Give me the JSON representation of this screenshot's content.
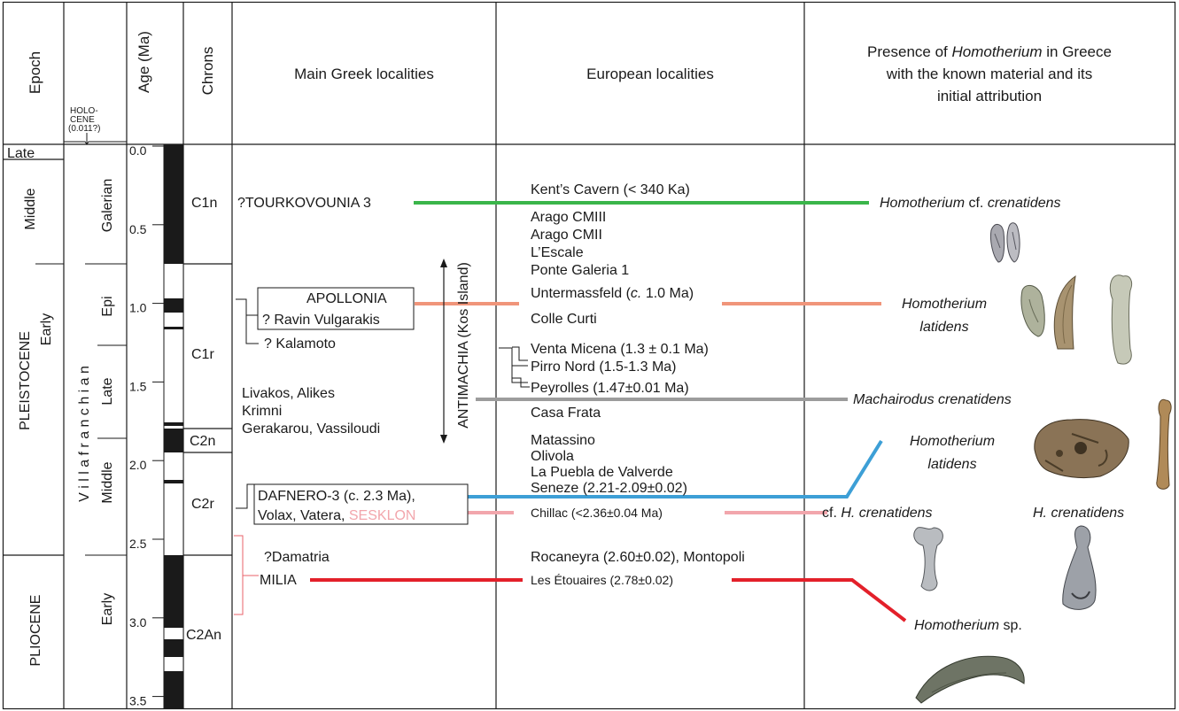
{
  "headers": {
    "epoch": "Epoch",
    "holocene": "HOLO-",
    "holocene2": "CENE",
    "holocene3": "(0.011?)",
    "age": "Age (Ma)",
    "chrons": "Chrons",
    "greek": "Main Greek localities",
    "european": "European localities",
    "presence1a": "Presence of ",
    "presence1b": "Homotherium",
    "presence1c": " in Greece",
    "presence2": "with the known material and its",
    "presence3": "initial attribution"
  },
  "age_ticks": [
    "0.0",
    "0.5",
    "1.0",
    "1.5",
    "2.0",
    "2.5",
    "3.0",
    "3.5"
  ],
  "epochs": {
    "late": "Late",
    "middle": "Middle",
    "pleistocene": "PLEISTOCENE",
    "early_pleist": "Early",
    "pliocene": "PLIOCENE",
    "early_plio": "Early"
  },
  "stages": {
    "galerian": "Galerian",
    "villafranchian": "V i l l a f r a n c h i a n",
    "epi": "Epi",
    "late": "Late",
    "middle": "Middle"
  },
  "chrons": {
    "c1n": "C1n",
    "c1r": "C1r",
    "c2n": "C2n",
    "c2r": "C2r",
    "c2an": "C2An"
  },
  "greek": {
    "tourkovounia": "?TOURKOVOUNIA 3",
    "apollonia": "APOLLONIA",
    "ravin": "? Ravin Vulgarakis",
    "kalamoto": "? Kalamoto",
    "livakos": "Livakos, Alikes",
    "krimni": "Krimni",
    "gerakarou": "Gerakarou, Vassiloudi",
    "dafnero": "DAFNERO-3 (c. 2.3 Ma),",
    "volax": "Volax, Vatera, ",
    "sesklon": "SESKLON",
    "damatria": "?Damatria",
    "milia": "MILIA",
    "antimachia": "ANTIMACHIA (Kos Island)"
  },
  "european": {
    "kents": "Kent’s Cavern (< 340 Ka)",
    "arago3": "Arago CMIII",
    "arago2": "Arago CMII",
    "lescale": "L’Escale",
    "ponte": "Ponte Galeria 1",
    "unter_a": "Untermassfeld (",
    "unter_b": "c.",
    "unter_c": " 1.0 Ma)",
    "colle": "Colle Curti",
    "venta": "Venta Micena (1.3 ± 0.1 Ma)",
    "pirro": "Pirro Nord (1.5-1.3 Ma)",
    "peyrolles": "Peyrolles (1.47±0.01 Ma)",
    "casa": "Casa Frata",
    "matassino": "Matassino",
    "olivola": "Olivola",
    "puebla": "La Puebla de Valverde",
    "seneze": "Seneze (2.21-2.09±0.02)",
    "chillac": "Chillac (<2.36±0.04 Ma)",
    "rocaneyra": "Rocaneyra  (2.60±0.02), Montopoli",
    "etouaires": "Les Étouaires (2.78±0.02)"
  },
  "presence": {
    "green_a": "Homotherium",
    "green_b": " cf. ",
    "green_c": "crenatidens",
    "orange1": "Homotherium",
    "orange2": "latidens",
    "gray": "Machairodus crenatidens",
    "blue1": "Homotherium",
    "blue2": "latidens",
    "pink_a": "cf. ",
    "pink_b": "H. crenatidens",
    "pink2": "H. crenatidens",
    "red_a": "Homotherium",
    "red_b": " sp."
  },
  "colors": {
    "green": "#3ab54a",
    "orange": "#f0957a",
    "gray": "#9c9c9c",
    "blue": "#3d9fd6",
    "pink": "#f2a6ac",
    "red": "#e3202a",
    "redthin": "#e8606a",
    "black": "#1a1a1a"
  }
}
